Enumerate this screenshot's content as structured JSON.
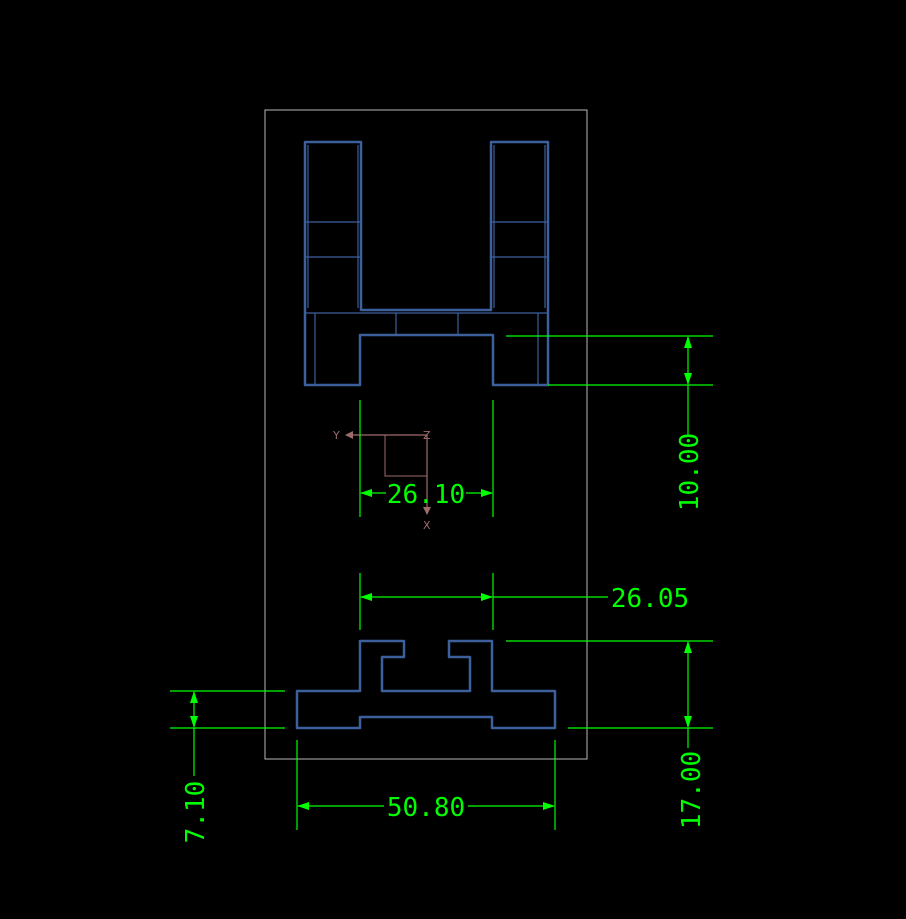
{
  "colors": {
    "background": "#000000",
    "part_outline": "#3d5f9c",
    "frame": "#b8b8b8",
    "dimension": "#00ff00",
    "axis": "#9e6b6b"
  },
  "axes": {
    "y_label": "Y",
    "z_label": "Z",
    "x_label": "X"
  },
  "dimensions": {
    "d_26_10": "26.10",
    "d_26_05": "26.05",
    "d_10_00": "10.00",
    "d_17_00": "17.00",
    "d_7_10": "7.10",
    "d_50_80": "50.80"
  }
}
